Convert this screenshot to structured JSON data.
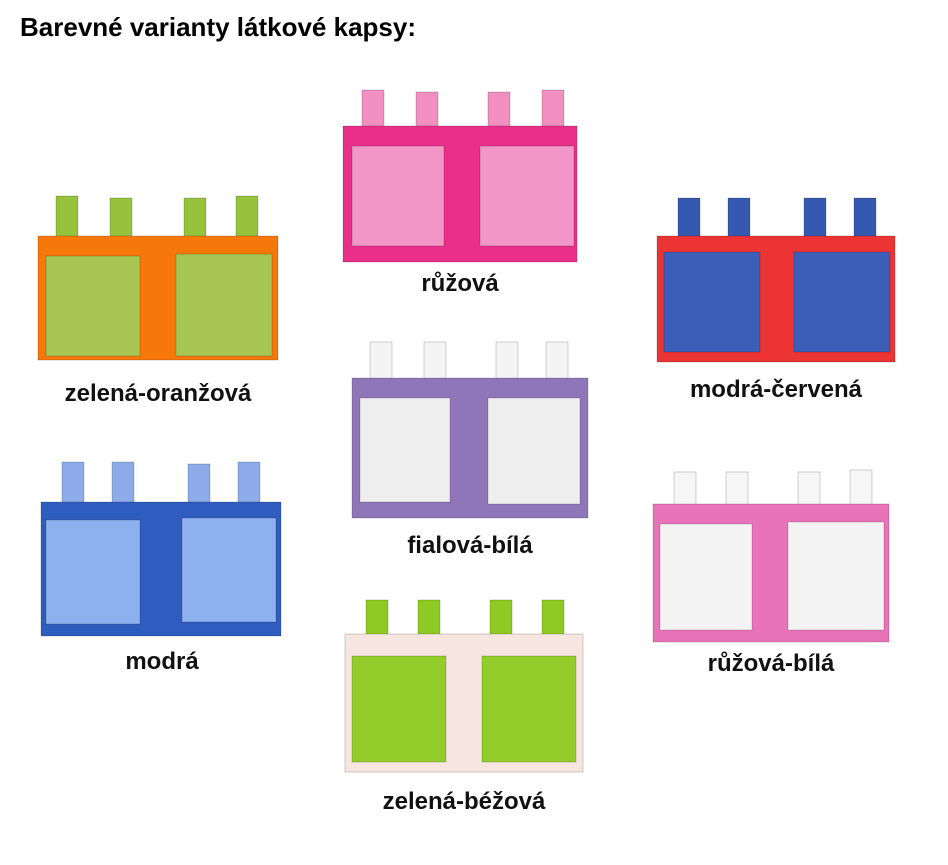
{
  "header": {
    "title": "Barevné varianty látkové kapsy:"
  },
  "variants": [
    {
      "label": "zelená-oranžová",
      "colors": {
        "panel": "#f7780a",
        "pocket": "#a7c552",
        "tab": "#96c23c"
      }
    },
    {
      "label": "růžová",
      "colors": {
        "panel": "#ea2f8b",
        "pocket": "#f296c7",
        "tab": "#f08fc0"
      }
    },
    {
      "label": "modrá-červená",
      "colors": {
        "panel": "#ec3434",
        "pocket": "#3b5fb8",
        "tab": "#3558b0"
      }
    },
    {
      "label": "fialová-bílá",
      "colors": {
        "panel": "#8f76b8",
        "pocket": "#eeeeee",
        "tab": "#f4f4f4"
      }
    },
    {
      "label": "modrá",
      "colors": {
        "panel": "#2f5cbf",
        "pocket": "#8db0ee",
        "tab": "#8dabe8"
      }
    },
    {
      "label": "růžová-bílá",
      "colors": {
        "panel": "#e873b9",
        "pocket": "#f4f4f4",
        "tab": "#f6f6f6"
      }
    },
    {
      "label": "zelená-béžová",
      "colors": {
        "panel": "#f6e6df",
        "pocket": "#94cc2b",
        "tab": "#8fca22"
      }
    }
  ]
}
